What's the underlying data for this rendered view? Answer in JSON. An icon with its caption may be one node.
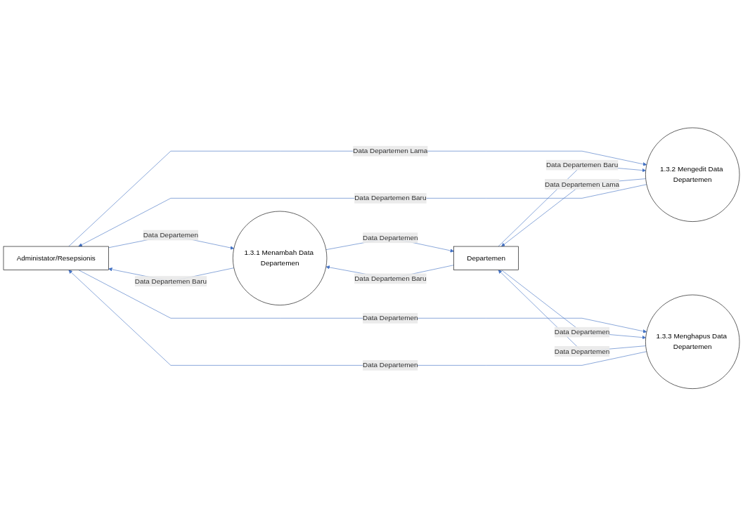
{
  "diagram": {
    "nodes": [
      {
        "text": [
          "Administator/Resepsionis"
        ]
      },
      {
        "text": [
          "1.3.1 Menambah Data Departemen"
        ]
      },
      {
        "text": [
          "1.3.2 Mengedit Data Departemen"
        ]
      },
      {
        "text": [
          "1.3.3 Menghapus Data Departemen"
        ]
      },
      {
        "text": [
          "Departemen"
        ]
      }
    ],
    "edges": [
      {
        "from": 0,
        "to": 1,
        "arrow": "to",
        "label": "Data Departemen"
      },
      {
        "from": 1,
        "to": 0,
        "arrow": "to",
        "label": "Data Departemen Baru"
      },
      {
        "from": 1,
        "to": 4,
        "arrow": "to",
        "label": "Data Departemen"
      },
      {
        "from": 4,
        "to": 1,
        "arrow": "to",
        "label": "Data Departemen Baru"
      },
      {
        "from": 0,
        "to": 2,
        "arrow": "to",
        "label": "Data Departemen Lama"
      },
      {
        "from": 2,
        "to": 4,
        "arrow": "to",
        "label": "Data Departemen Lama"
      },
      {
        "from": 4,
        "to": 2,
        "arrow": "to",
        "label": "Data Departemen Baru"
      },
      {
        "from": 2,
        "to": 0,
        "arrow": "to",
        "label": "Data Departemen Baru"
      },
      {
        "from": 0,
        "to": 3,
        "arrow": "to",
        "label": "Data Departemen"
      },
      {
        "from": 3,
        "to": 4,
        "arrow": "to",
        "label": "Data Departemen"
      },
      {
        "from": 3,
        "to": 0,
        "arrow": "to",
        "label": "Data Departemen"
      },
      {
        "from": 4,
        "to": 3,
        "arrow": "to",
        "label": "Data Departemen"
      }
    ]
  }
}
